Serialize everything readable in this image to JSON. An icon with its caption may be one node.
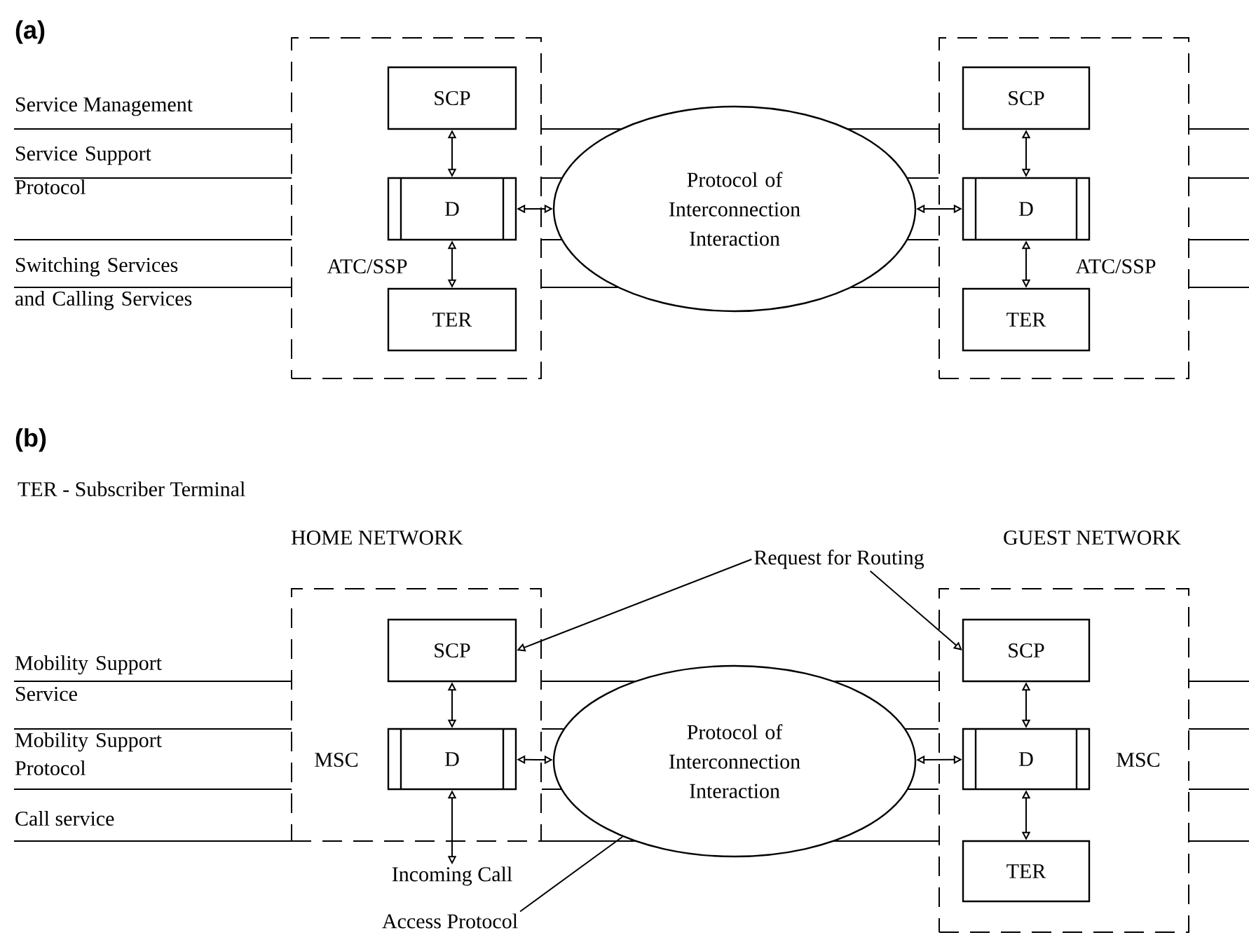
{
  "diagram": {
    "nodes": [
      {
        "text": [
          "ATC/SSP"
        ]
      },
      {
        "text": [
          "SCP"
        ],
        "in": 0
      },
      {
        "text": [
          "D"
        ],
        "in": 0
      },
      {
        "text": [
          "TER"
        ],
        "in": 0
      },
      {
        "text": [
          "Protocol of Interconnection Interaction"
        ]
      },
      {
        "text": [
          "ATC/SSP"
        ]
      },
      {
        "text": [
          "SCP"
        ],
        "in": 5
      },
      {
        "text": [
          "D"
        ],
        "in": 5
      },
      {
        "text": [
          "TER"
        ],
        "in": 5
      },
      {
        "text": [
          "MSC"
        ]
      },
      {
        "text": [
          "SCP"
        ],
        "in": 9
      },
      {
        "text": [
          "D"
        ],
        "in": 9
      },
      {
        "text": [
          "Incoming Call"
        ]
      },
      {
        "text": [
          "Protocol of Interconnection Interaction"
        ]
      },
      {
        "text": [
          "MSC"
        ]
      },
      {
        "text": [
          "SCP"
        ],
        "in": 14
      },
      {
        "text": [
          "D"
        ],
        "in": 14
      },
      {
        "text": [
          "TER"
        ],
        "in": 14
      },
      {
        "text": [
          "Request for Routing"
        ]
      },
      {
        "text": [
          "Access Protocol"
        ]
      }
    ],
    "edges": [
      {
        "from": 1,
        "to": 2,
        "arrow": "both"
      },
      {
        "from": 2,
        "to": 3,
        "arrow": "both"
      },
      {
        "from": 2,
        "to": 4,
        "arrow": "both"
      },
      {
        "from": 4,
        "to": 7,
        "arrow": "both"
      },
      {
        "from": 6,
        "to": 7,
        "arrow": "both"
      },
      {
        "from": 7,
        "to": 8,
        "arrow": "both"
      },
      {
        "from": 10,
        "to": 11,
        "arrow": "both"
      },
      {
        "from": 11,
        "to": 12,
        "arrow": "both"
      },
      {
        "from": 11,
        "to": 13,
        "arrow": "both"
      },
      {
        "from": 13,
        "to": 16,
        "arrow": "both"
      },
      {
        "from": 15,
        "to": 16,
        "arrow": "both"
      },
      {
        "from": 16,
        "to": 17,
        "arrow": "both"
      },
      {
        "from": 18,
        "to": 10,
        "arrow": "to"
      },
      {
        "from": 18,
        "to": 15,
        "arrow": "to"
      },
      {
        "from": 19,
        "to": 13,
        "arrow": "none"
      },
      {
        "from": 0,
        "to": 4,
        "arrow": "none"
      },
      {
        "from": 4,
        "to": 5,
        "arrow": "none"
      },
      {
        "from": 0,
        "to": 4,
        "arrow": "none"
      },
      {
        "from": 4,
        "to": 5,
        "arrow": "none"
      },
      {
        "from": 0,
        "to": 4,
        "arrow": "none"
      },
      {
        "from": 4,
        "to": 5,
        "arrow": "none"
      },
      {
        "from": 0,
        "to": 4,
        "arrow": "none"
      },
      {
        "from": 4,
        "to": 5,
        "arrow": "none"
      },
      {
        "from": 9,
        "to": 13,
        "arrow": "none"
      },
      {
        "from": 13,
        "to": 14,
        "arrow": "none"
      },
      {
        "from": 9,
        "to": 13,
        "arrow": "none"
      },
      {
        "from": 13,
        "to": 14,
        "arrow": "none"
      },
      {
        "from": 9,
        "to": 13,
        "arrow": "none"
      },
      {
        "from": 13,
        "to": 14,
        "arrow": "none"
      },
      {
        "from": 9,
        "to": 13,
        "arrow": "none"
      },
      {
        "from": 13,
        "to": 14,
        "arrow": "none"
      }
    ],
    "labels": [
      "(a)",
      "Service Management",
      "Service Support Protocol",
      "Switching Services and Calling Services",
      "(b)",
      "TER - Subscriber Terminal",
      "HOME NETWORK",
      "GUEST NETWORK",
      "Mobility Support Service",
      "Mobility Support Protocol",
      "Call service"
    ]
  }
}
